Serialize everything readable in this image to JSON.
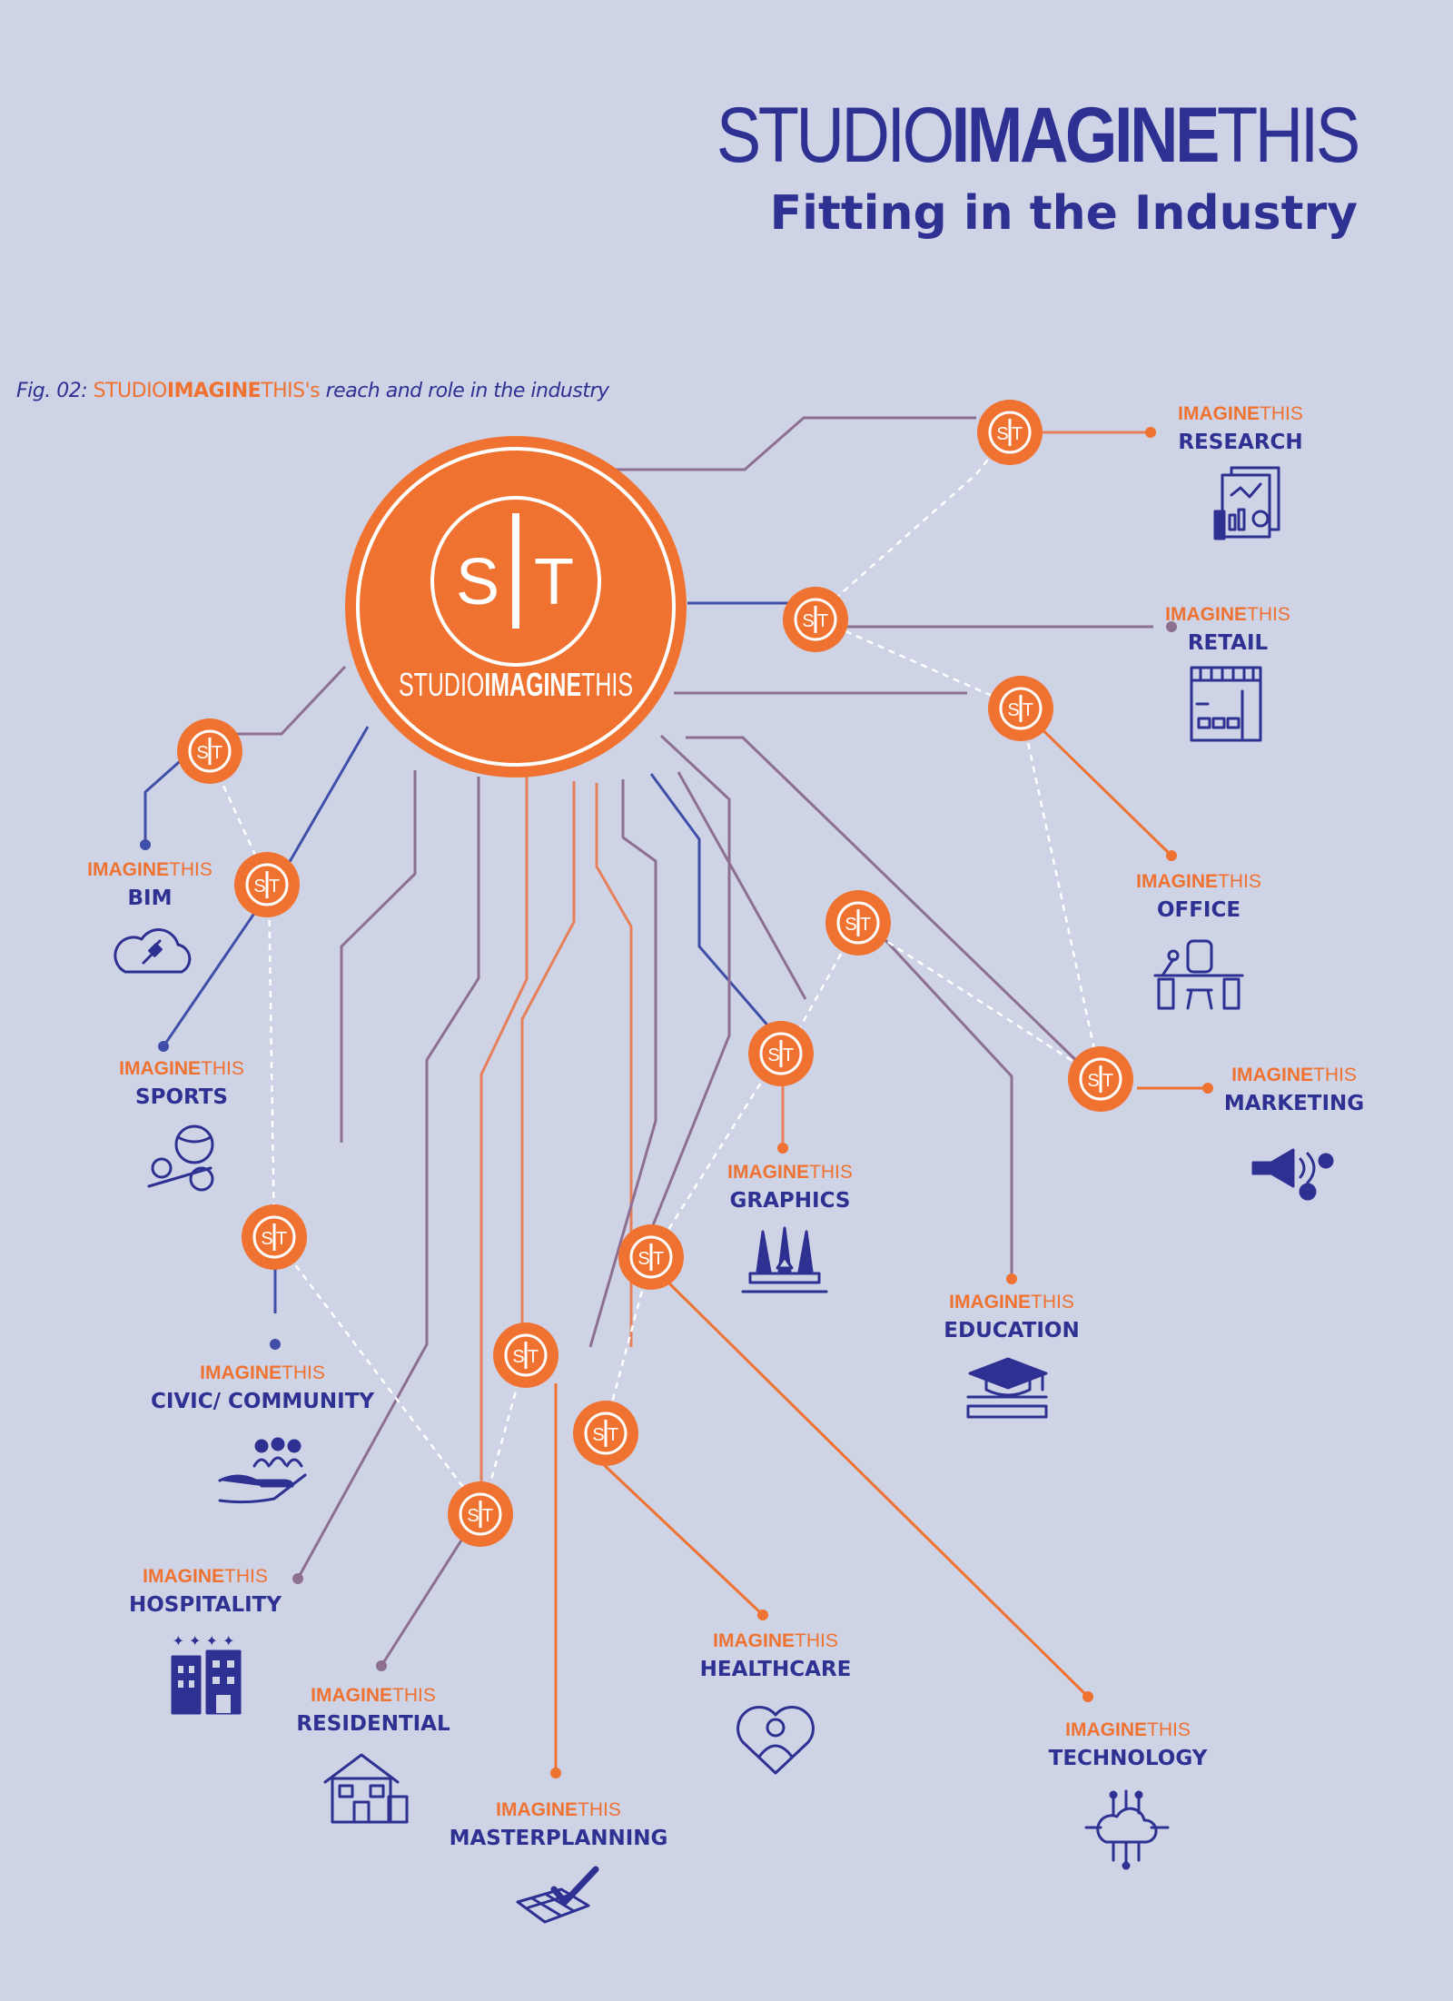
{
  "header": {
    "brand_part1": "STUDIO",
    "brand_part2": "IMAGINE",
    "brand_part3": "THIS",
    "subtitle": "Fitting in the Industry"
  },
  "caption": {
    "prefix": "Fig. 02: ",
    "brand_a": "STUDIO",
    "brand_b": "IMAGINE",
    "brand_c": "THIS",
    "suffix_apos": "'s",
    "suffix": " reach and role in the industry"
  },
  "hub": {
    "monogram_left": "S",
    "monogram_right": "T",
    "label_part1": "STUDIO",
    "label_part2": "IMAGINE",
    "label_part3": "THIS"
  },
  "node_monogram": {
    "left": "S",
    "right": "T"
  },
  "label_prefix": {
    "bold": "IMAGINE",
    "regular": "THIS"
  },
  "categories": [
    {
      "id": "research",
      "name": "RESEARCH",
      "icon": "research-report-icon"
    },
    {
      "id": "retail",
      "name": "RETAIL",
      "icon": "storefront-icon"
    },
    {
      "id": "office",
      "name": "OFFICE",
      "icon": "desk-chair-icon"
    },
    {
      "id": "marketing",
      "name": "MARKETING",
      "icon": "megaphone-icon"
    },
    {
      "id": "bim",
      "name": "BIM",
      "icon": "cloud-plug-icon"
    },
    {
      "id": "sports",
      "name": "SPORTS",
      "icon": "sports-balls-icon"
    },
    {
      "id": "graphics",
      "name": "GRAPHICS",
      "icon": "design-pens-icon"
    },
    {
      "id": "education",
      "name": "EDUCATION",
      "icon": "graduation-cap-icon"
    },
    {
      "id": "civic",
      "name": "CIVIC/ COMMUNITY",
      "icon": "community-hand-icon"
    },
    {
      "id": "hospitality",
      "name": "HOSPITALITY",
      "icon": "hotel-building-icon"
    },
    {
      "id": "residential",
      "name": "RESIDENTIAL",
      "icon": "house-icon"
    },
    {
      "id": "healthcare",
      "name": "HEALTHCARE",
      "icon": "heart-doctor-icon"
    },
    {
      "id": "masterplanning",
      "name": "MASTERPLANNING",
      "icon": "plan-checkmark-icon"
    },
    {
      "id": "technology",
      "name": "TECHNOLOGY",
      "icon": "cloud-circuit-icon"
    }
  ],
  "colors": {
    "background": "#cfd3e6",
    "navy": "#2e3192",
    "orange": "#ef7230",
    "line_mauve": "#8d6f91",
    "line_blue": "#3f4fa8",
    "line_peach": "#e5805a"
  }
}
